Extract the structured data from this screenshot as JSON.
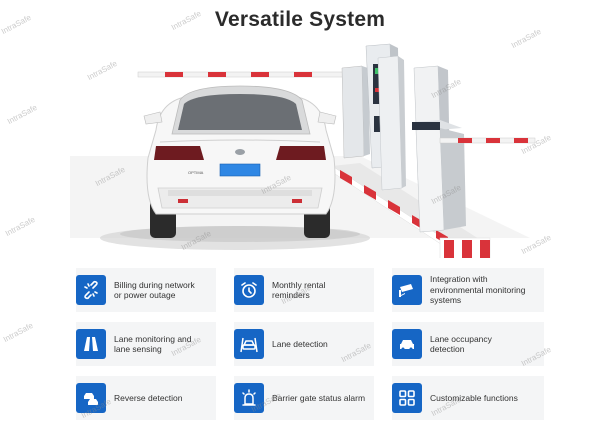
{
  "title": "Versatile System",
  "brand_plate": "OPTIMA",
  "watermark": "IntraSafe",
  "accent_color": "#1666c5",
  "features": [
    {
      "label": "Billing during network\nor power outage",
      "icon": "broken-link-icon"
    },
    {
      "label": "Monthly rental\nreminders",
      "icon": "alarm-clock-icon"
    },
    {
      "label": "Integration with\nenvironmental monitoring\nsystems",
      "icon": "cctv-camera-icon"
    },
    {
      "label": "Lane monitoring and\nlane sensing",
      "icon": "road-icon"
    },
    {
      "label": "Lane detection",
      "icon": "car-lane-icon"
    },
    {
      "label": "Lane occupancy\ndetection",
      "icon": "car-occupancy-icon"
    },
    {
      "label": "Reverse detection",
      "icon": "reverse-cars-icon"
    },
    {
      "label": "Barrier gate status alarm",
      "icon": "alarm-light-icon"
    },
    {
      "label": "Customizable functions",
      "icon": "grid-apps-icon"
    }
  ]
}
